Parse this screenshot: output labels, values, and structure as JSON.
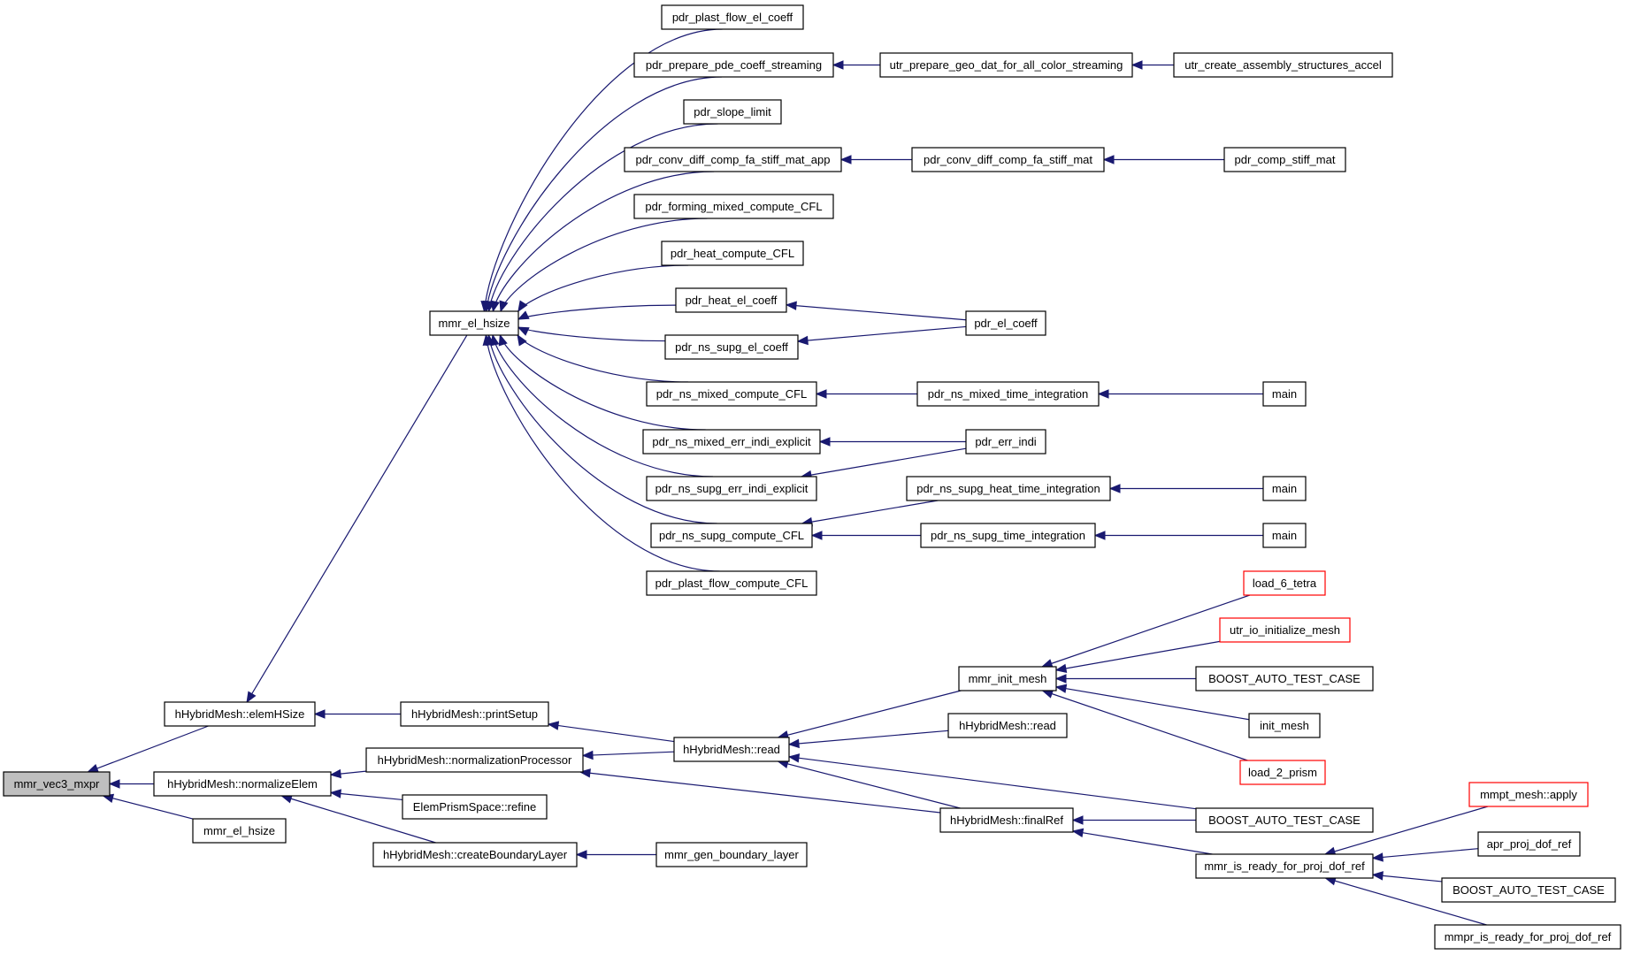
{
  "graph": {
    "colors": {
      "edge": "#191970",
      "root_fill": "#bfbfbf",
      "node_border": "#000000",
      "truncated_border": "#ff0000"
    },
    "nodes": [
      {
        "id": "n0",
        "label": "mmr_vec3_mxpr",
        "style": "root"
      },
      {
        "id": "n1",
        "label": "hHybridMesh::elemHSize",
        "style": "normal"
      },
      {
        "id": "n2",
        "label": "hHybridMesh::normalizeElem",
        "style": "normal"
      },
      {
        "id": "n3",
        "label": "mmr_el_hsize",
        "style": "normal"
      },
      {
        "id": "n4",
        "label": "mmr_el_hsize",
        "style": "normal"
      },
      {
        "id": "n5",
        "label": "hHybridMesh::printSetup",
        "style": "normal"
      },
      {
        "id": "n6",
        "label": "hHybridMesh::normalizationProcessor",
        "style": "normal"
      },
      {
        "id": "n7",
        "label": "ElemPrismSpace::refine",
        "style": "normal"
      },
      {
        "id": "n8",
        "label": "hHybridMesh::createBoundaryLayer",
        "style": "normal"
      },
      {
        "id": "n9",
        "label": "pdr_plast_flow_el_coeff",
        "style": "normal"
      },
      {
        "id": "n10",
        "label": "pdr_prepare_pde_coeff_streaming",
        "style": "normal"
      },
      {
        "id": "n11",
        "label": "pdr_slope_limit",
        "style": "normal"
      },
      {
        "id": "n12",
        "label": "pdr_conv_diff_comp_fa_stiff_mat_app",
        "style": "normal"
      },
      {
        "id": "n13",
        "label": "pdr_forming_mixed_compute_CFL",
        "style": "normal"
      },
      {
        "id": "n14",
        "label": "pdr_heat_compute_CFL",
        "style": "normal"
      },
      {
        "id": "n15",
        "label": "pdr_heat_el_coeff",
        "style": "normal"
      },
      {
        "id": "n16",
        "label": "pdr_ns_supg_el_coeff",
        "style": "normal"
      },
      {
        "id": "n17",
        "label": "pdr_ns_mixed_compute_CFL",
        "style": "normal"
      },
      {
        "id": "n18",
        "label": "pdr_ns_mixed_err_indi_explicit",
        "style": "normal"
      },
      {
        "id": "n19",
        "label": "pdr_ns_supg_err_indi_explicit",
        "style": "normal"
      },
      {
        "id": "n20",
        "label": "pdr_ns_supg_compute_CFL",
        "style": "normal"
      },
      {
        "id": "n21",
        "label": "pdr_plast_flow_compute_CFL",
        "style": "normal"
      },
      {
        "id": "n22",
        "label": "hHybridMesh::read",
        "style": "normal"
      },
      {
        "id": "n23",
        "label": "mmr_gen_boundary_layer",
        "style": "normal"
      },
      {
        "id": "n24",
        "label": "utr_prepare_geo_dat_for_all_color_streaming",
        "style": "normal"
      },
      {
        "id": "n25",
        "label": "pdr_conv_diff_comp_fa_stiff_mat",
        "style": "normal"
      },
      {
        "id": "n26",
        "label": "pdr_ns_mixed_time_integration",
        "style": "normal"
      },
      {
        "id": "n27",
        "label": "pdr_ns_supg_heat_time_integration",
        "style": "normal"
      },
      {
        "id": "n28",
        "label": "pdr_ns_supg_time_integration",
        "style": "normal"
      },
      {
        "id": "n29",
        "label": "mmr_init_mesh",
        "style": "normal"
      },
      {
        "id": "n30",
        "label": "hHybridMesh::read",
        "style": "normal"
      },
      {
        "id": "n31",
        "label": "hHybridMesh::finalRef",
        "style": "normal"
      },
      {
        "id": "n32",
        "label": "utr_create_assembly_structures_accel",
        "style": "normal"
      },
      {
        "id": "n33",
        "label": "pdr_comp_stiff_mat",
        "style": "normal"
      },
      {
        "id": "n34",
        "label": "pdr_el_coeff",
        "style": "normal"
      },
      {
        "id": "n35",
        "label": "main",
        "style": "normal"
      },
      {
        "id": "n36",
        "label": "pdr_err_indi",
        "style": "normal"
      },
      {
        "id": "n37",
        "label": "main",
        "style": "normal"
      },
      {
        "id": "n38",
        "label": "main",
        "style": "normal"
      },
      {
        "id": "n39",
        "label": "load_6_tetra",
        "style": "truncated"
      },
      {
        "id": "n40",
        "label": "utr_io_initialize_mesh",
        "style": "truncated"
      },
      {
        "id": "n41",
        "label": "BOOST_AUTO_TEST_CASE",
        "style": "normal"
      },
      {
        "id": "n42",
        "label": "init_mesh",
        "style": "normal"
      },
      {
        "id": "n43",
        "label": "load_2_prism",
        "style": "truncated"
      },
      {
        "id": "n44",
        "label": "BOOST_AUTO_TEST_CASE",
        "style": "normal"
      },
      {
        "id": "n45",
        "label": "mmr_is_ready_for_proj_dof_ref",
        "style": "normal"
      },
      {
        "id": "n46",
        "label": "mmpt_mesh::apply",
        "style": "truncated"
      },
      {
        "id": "n47",
        "label": "apr_proj_dof_ref",
        "style": "normal"
      },
      {
        "id": "n48",
        "label": "BOOST_AUTO_TEST_CASE",
        "style": "normal"
      },
      {
        "id": "n49",
        "label": "mmpr_is_ready_for_proj_dof_ref",
        "style": "normal"
      }
    ]
  }
}
